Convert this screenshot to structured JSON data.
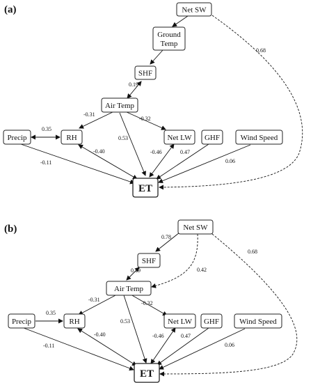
{
  "panel_a": {
    "label": "(a)",
    "nodes": {
      "net_sw": "Net SW",
      "ground_temp_line1": "Ground",
      "ground_temp_line2": "Temp",
      "shf": "SHF",
      "air_temp": "Air Temp",
      "precip": "Precip",
      "rh": "RH",
      "net_lw": "Net LW",
      "ghf": "GHF",
      "wind_speed": "Wind Speed",
      "et": "ET"
    },
    "coefficients": {
      "shf_air": "0.19",
      "air_rh": "-0.31",
      "air_netlw": "-0.32",
      "precip_rh": "0.35",
      "air_et": "0.53",
      "rh_et": "-0.40",
      "netlw_et": "-0.46",
      "ghf_et": "0.47",
      "precip_et": "-0.11",
      "wind_et": "0.06",
      "netsw_et": "0.68"
    }
  },
  "panel_b": {
    "label": "(b)",
    "nodes": {
      "net_sw": "Net SW",
      "shf": "SHF",
      "air_temp": "Air Temp",
      "precip": "Precip",
      "rh": "RH",
      "net_lw": "Net LW",
      "ghf": "GHF",
      "wind_speed": "Wind Speed",
      "et": "ET"
    },
    "coefficients": {
      "netsw_shf": "0.78",
      "shf_air": "0.19",
      "netsw_air": "0.42",
      "netsw_et": "0.68",
      "air_rh": "-0.31",
      "air_netlw": "-0.32",
      "precip_rh": "0.35",
      "air_et": "0.53",
      "rh_et": "-0.40",
      "netlw_et": "-0.46",
      "ghf_et": "0.47",
      "precip_et": "-0.11",
      "wind_et": "0.06"
    }
  }
}
